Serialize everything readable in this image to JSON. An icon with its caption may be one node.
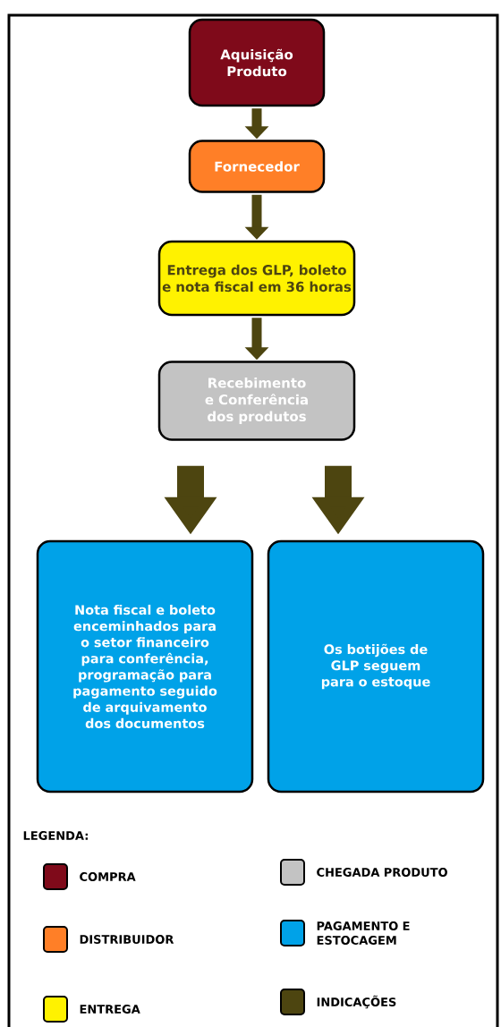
{
  "diagram": {
    "nodes": [
      {
        "text": [
          "Aquisição Produto"
        ]
      },
      {
        "text": [
          "Fornecedor"
        ]
      },
      {
        "text": [
          "Entrega dos GLP, boleto e nota fiscal em 36 horas"
        ]
      },
      {
        "text": [
          "Recebimento e Conferência dos produtos"
        ]
      },
      {
        "text": [
          "Nota fiscal e boleto enceminhados para o setor financeiro para conferência, programação para pagamento seguido de arquivamento dos documentos"
        ]
      },
      {
        "text": [
          "Os botijões de GLP seguem para o estoque"
        ]
      }
    ],
    "edges": [
      {
        "from": 0,
        "to": 1,
        "arrow": "to"
      },
      {
        "from": 1,
        "to": 2,
        "arrow": "to"
      },
      {
        "from": 2,
        "to": 3,
        "arrow": "to"
      },
      {
        "from": 3,
        "to": 4,
        "arrow": "to",
        "style": "thick"
      },
      {
        "from": 3,
        "to": 5,
        "arrow": "to",
        "style": "thick"
      }
    ],
    "labels": [
      "LEGENDA:"
    ],
    "legend": [
      {
        "text": "COMPRA",
        "color": "#7f0a1a"
      },
      {
        "text": "CHEGADA PRODUTO",
        "color": "#c3c3c3"
      },
      {
        "text": "DISTRIBUIDOR",
        "color": "#ff7f27"
      },
      {
        "text": "PAGAMENTO E ESTOCAGEM",
        "color": "#00a2e8"
      },
      {
        "text": "ENTREGA",
        "color": "#fff200"
      },
      {
        "text": "INDICAÇÕES",
        "color": "#4d4510"
      }
    ]
  }
}
